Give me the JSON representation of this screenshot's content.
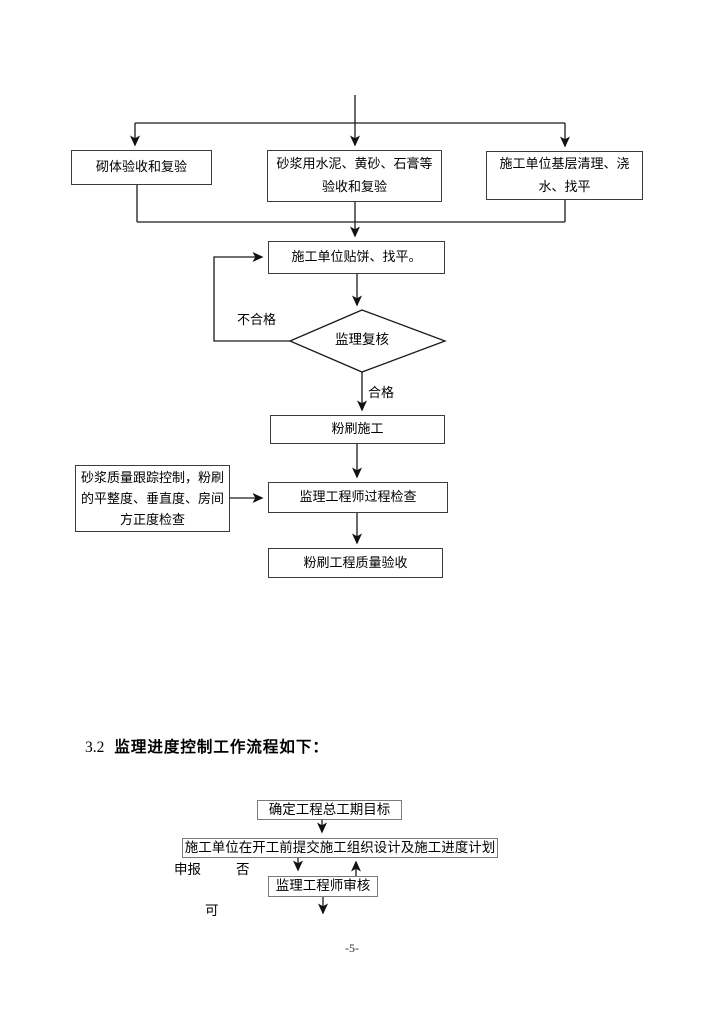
{
  "document": {
    "section": {
      "number": "3.2",
      "title": "监理进度控制工作流程如下："
    },
    "page_number": "-5-"
  },
  "quality_flowchart": {
    "boxes": {
      "masonry": "砌体验收和复验",
      "mortar": "砂浆用水泥、黄砂、石膏等验收和复验",
      "base_clean": "施工单位基层清理、浇水、找平",
      "paste_level": "施工单位贴饼、找平。",
      "review_diamond": "监理复核",
      "plaster": "粉刷施工",
      "inspect": "监理工程师过程检查",
      "note": "砂浆质量跟踪控制，粉刷的平整度、垂直度、房间方正度检查",
      "accept": "粉刷工程质量验收"
    },
    "labels": {
      "fail": "不合格",
      "pass": "合格"
    }
  },
  "progress_flowchart": {
    "boxes": {
      "goal": "确定工程总工期目标",
      "submit_plan": "施工单位在开工前提交施工组织设计及施工进度计划",
      "engineer_review": "监理工程师审核"
    },
    "labels": {
      "declare": "申报",
      "no": "否",
      "yes": "可"
    }
  },
  "colors": {
    "background": "#ffffff",
    "line": "#1a1a1a",
    "box_border_dark": "#3c3c3c",
    "box_border_light": "#7a7a7a",
    "text": "#000000"
  }
}
